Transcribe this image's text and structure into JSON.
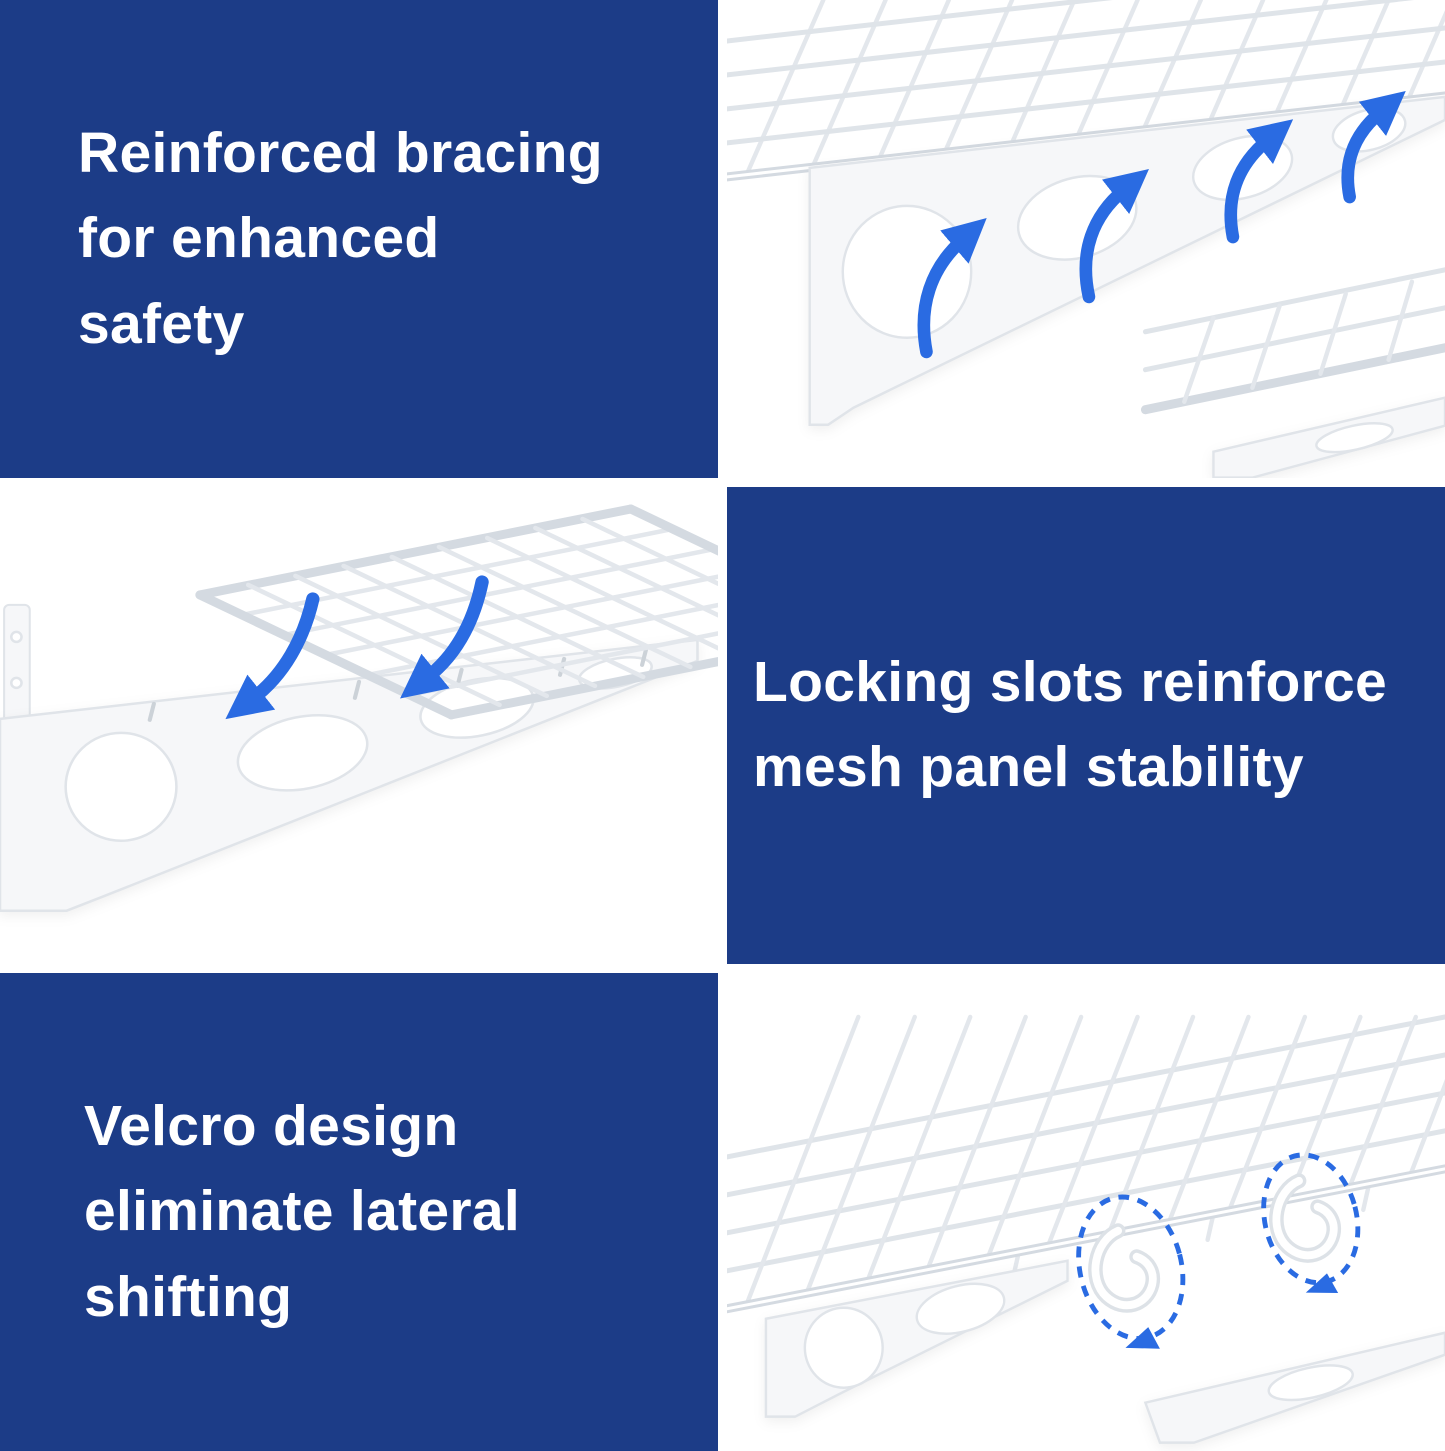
{
  "infographic": {
    "features": [
      {
        "id": "reinforced-bracing",
        "lines": [
          "Reinforced bracing",
          "for enhanced",
          "safety"
        ]
      },
      {
        "id": "locking-slots",
        "lines": [
          "Locking slots reinforce",
          "mesh panel stability"
        ]
      },
      {
        "id": "velcro-design",
        "lines": [
          "Velcro design",
          "eliminate lateral",
          "shifting"
        ]
      }
    ]
  },
  "colors": {
    "panel_blue": "#1c3c87",
    "arrow_blue": "#2a6be2",
    "text": "#ffffff"
  },
  "icons": {
    "up_arrow": "curved-arrow-up",
    "down_arrow": "curved-arrow-down",
    "highlight_ring": "dashed-ellipse"
  }
}
